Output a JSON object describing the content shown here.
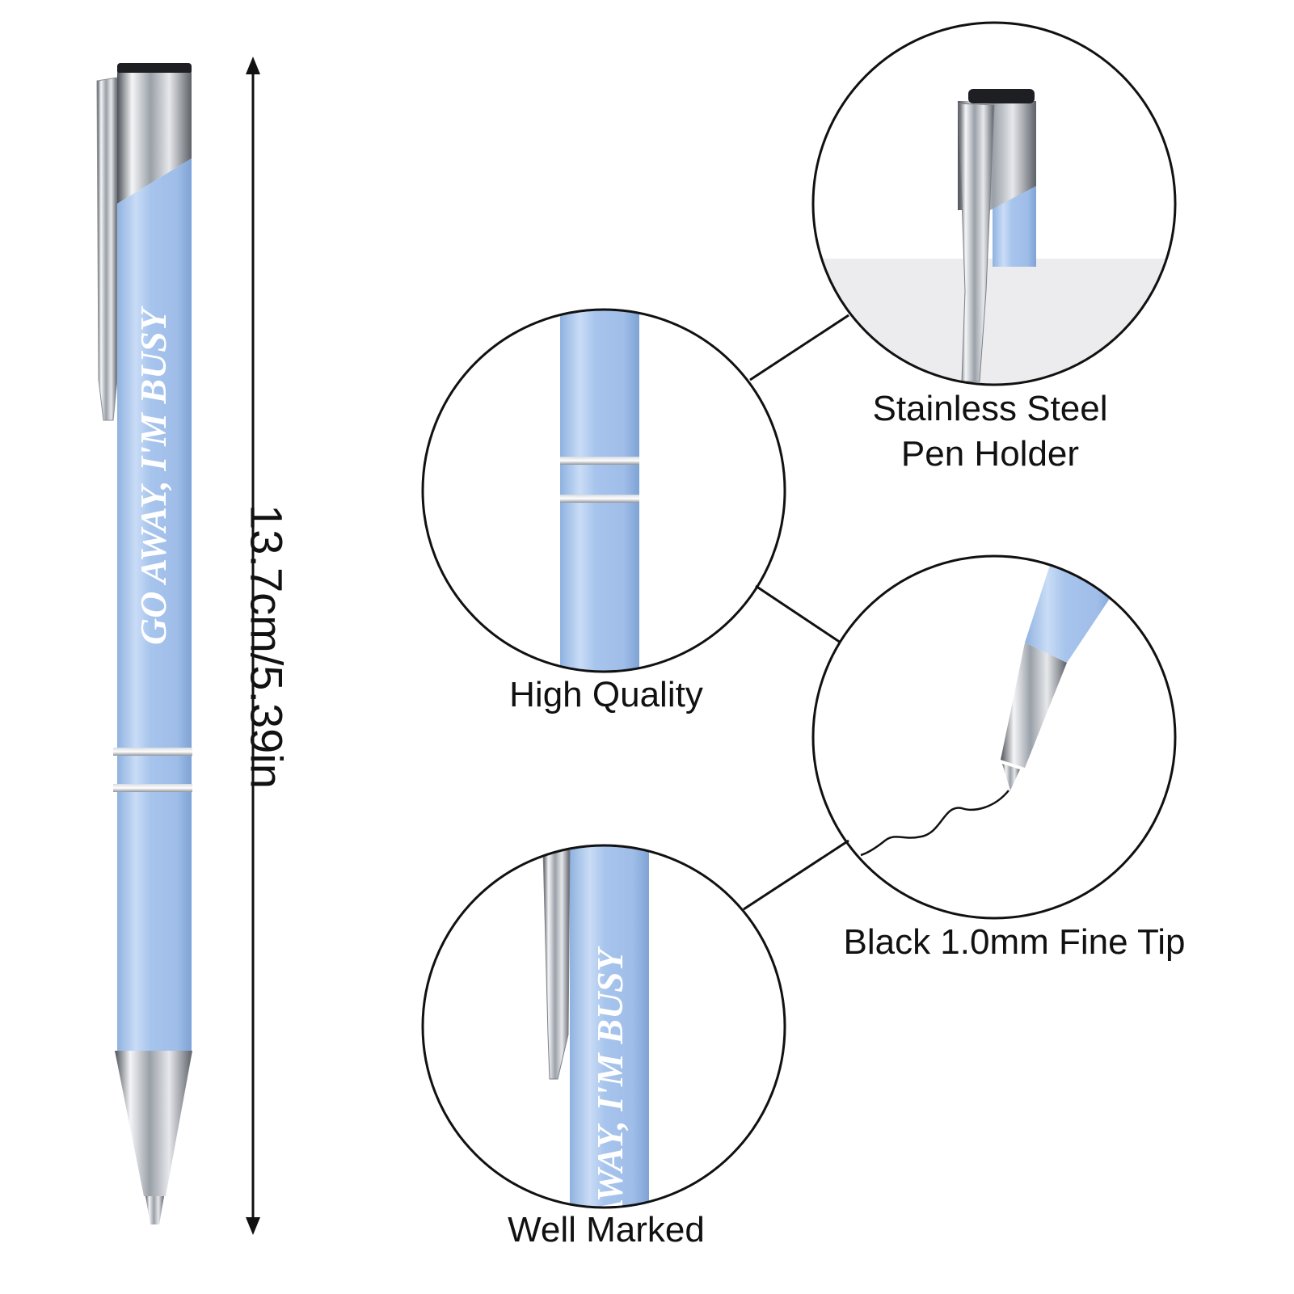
{
  "product": {
    "engraving_text": "GO AWAY, I'M BUSY",
    "barrel_color": "#a9c7ee",
    "metal_color": "#c9ccd2",
    "dimension_label": "13.7cm/5.39in"
  },
  "callouts": [
    {
      "id": "pen-holder",
      "text_lines": [
        "Stainless Steel",
        "Pen Holder"
      ],
      "icon": "clip-closeup"
    },
    {
      "id": "high-quality",
      "text_lines": [
        "High Quality"
      ],
      "icon": "barrel-rings-closeup"
    },
    {
      "id": "fine-tip",
      "text_lines": [
        "Black 1.0mm Fine Tip"
      ],
      "icon": "pen-tip-closeup"
    },
    {
      "id": "well-marked",
      "text_lines": [
        "Well Marked"
      ],
      "icon": "engraving-closeup"
    }
  ]
}
